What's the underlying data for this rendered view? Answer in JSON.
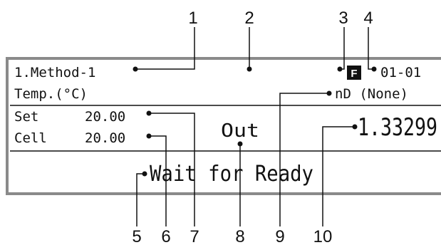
{
  "callout_numbers": [
    "1",
    "2",
    "3",
    "4",
    "5",
    "6",
    "7",
    "8",
    "9",
    "10"
  ],
  "screen": {
    "method": "1.Method-1",
    "temp_label": "Temp.(°C)",
    "f_icon": "F",
    "date": "01-01",
    "nd_label": "nD (None)",
    "set_label": "Set",
    "set_value": "20.00",
    "cell_label": "Cell",
    "cell_value": "20.00",
    "out_label": "Out",
    "reading": "1.33299",
    "status": "Wait for Ready"
  },
  "colors": {
    "frame": "#8a8a8a",
    "line": "#111111",
    "text": "#111111",
    "background": "#ffffff"
  }
}
